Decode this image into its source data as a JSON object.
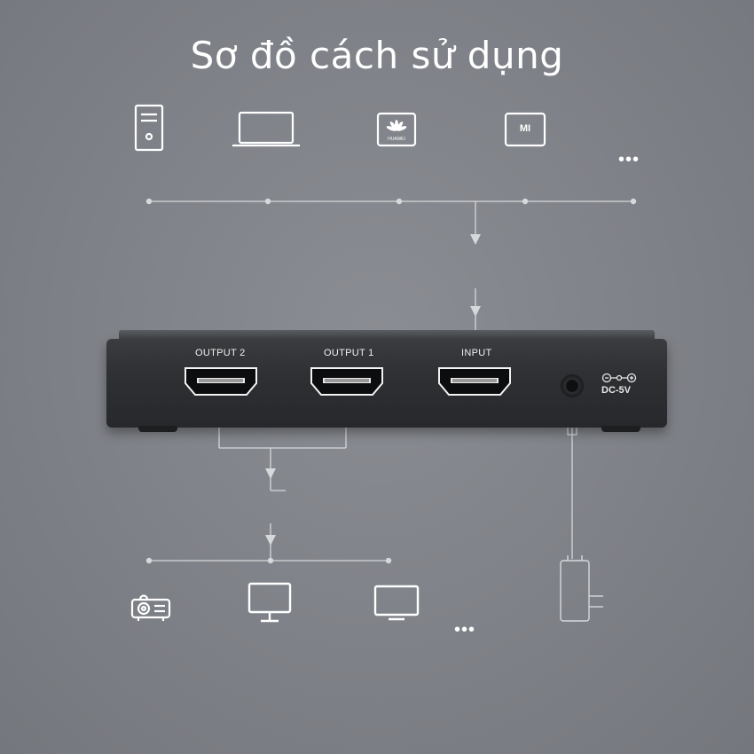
{
  "title": "Sơ đồ cách sử dụng",
  "device": {
    "ports": {
      "output2": "OUTPUT 2",
      "output1": "OUTPUT 1",
      "input": "INPUT"
    },
    "power_label": "DC-5V"
  },
  "sources": {
    "icons": [
      "desktop-pc-icon",
      "laptop-icon",
      "huawei-box-icon",
      "xiaomi-box-icon"
    ],
    "brand_huawei": "HUAWEI",
    "brand_xiaomi": "MI",
    "more": "•••"
  },
  "displays": {
    "icons": [
      "projector-icon",
      "monitor-icon",
      "tv-icon"
    ],
    "more": "•••"
  },
  "colors": {
    "line": "#d8dadd",
    "icon": "#ffffff",
    "device": "#2e3033"
  }
}
